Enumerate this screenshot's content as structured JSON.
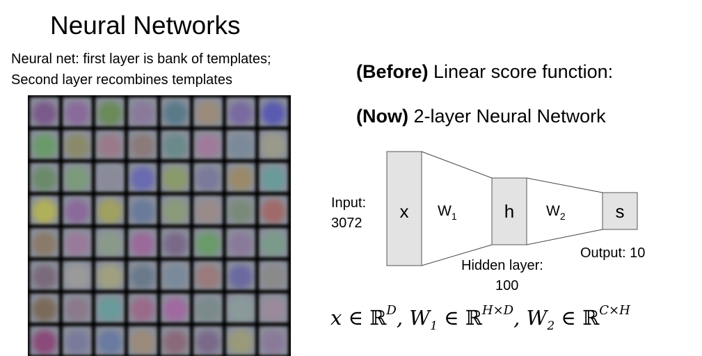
{
  "title": "Neural Networks",
  "caption": {
    "line1": "Neural net: first layer is bank of templates;",
    "line2": "Second layer recombines templates"
  },
  "before": {
    "bold": "(Before)",
    "text": " Linear score function:"
  },
  "now": {
    "bold": "(Now)",
    "text": " 2-layer Neural Network"
  },
  "diagram": {
    "box_fill": "#e3e3e3",
    "x_label": "x",
    "h_label": "h",
    "s_label": "s",
    "w1_label": "W",
    "w1_sub": "1",
    "w2_label": "W",
    "w2_sub": "2",
    "input_label_1": "Input:",
    "input_label_2": "3072",
    "hidden_label_1": "Hidden layer:",
    "hidden_label_2": "100",
    "output_label": "Output: 10"
  },
  "equation": {
    "x": "x",
    "in1": " ∈ ",
    "r1": "ℝ",
    "sup1": "D",
    "w1": ", W",
    "w1sub": "1",
    "in2": " ∈ ",
    "r2": "ℝ",
    "sup2": "H×D",
    "w2": ", W",
    "w2sub": "2",
    "in3": " ∈ ",
    "r3": "ℝ",
    "sup3": "C×H"
  },
  "templates": {
    "rows": 8,
    "cols": 8,
    "colors": [
      "#7a5a8a",
      "#8a6a9a",
      "#6a8a5a",
      "#8a7a9a",
      "#5a7a8a",
      "#9a8a7a",
      "#7a6aa0",
      "#5a5ab0",
      "#6a9a6a",
      "#8a8a6a",
      "#9a7a8a",
      "#8a7a7a",
      "#6a8a8a",
      "#a07a9a",
      "#7a8a9a",
      "#9a9a8a",
      "#6a8a6a",
      "#7a9a7a",
      "#8a8a9a",
      "#6a6ab0",
      "#8a9a6a",
      "#7a7a9a",
      "#9a8a6a",
      "#6a9a9a",
      "#b0b05a",
      "#8a6a9a",
      "#a0a060",
      "#6a7a9a",
      "#8a9a7a",
      "#9a8a8a",
      "#7a8a7a",
      "#a06a6a",
      "#8a7a6a",
      "#9a7a9a",
      "#8a9a8a",
      "#9a6a9a",
      "#7a6a8a",
      "#6a9a6a",
      "#8a7a9a",
      "#7a9a8a",
      "#7a6a7a",
      "#9a9a9a",
      "#a0a080",
      "#6a7a8a",
      "#7a8a9a",
      "#9a7a7a",
      "#6a6aa0",
      "#8a8a8a",
      "#7a6a5a",
      "#8a7a8a",
      "#6a9a9a",
      "#9a6a8a",
      "#a06aa0",
      "#7a8a8a",
      "#8a9a9a",
      "#9a8a9a",
      "#8a4a7a",
      "#7a7a9a",
      "#6a7aa0",
      "#9a8a7a",
      "#8a6a7a",
      "#7a6a8a",
      "#9a9a7a",
      "#8a7a9a"
    ]
  }
}
